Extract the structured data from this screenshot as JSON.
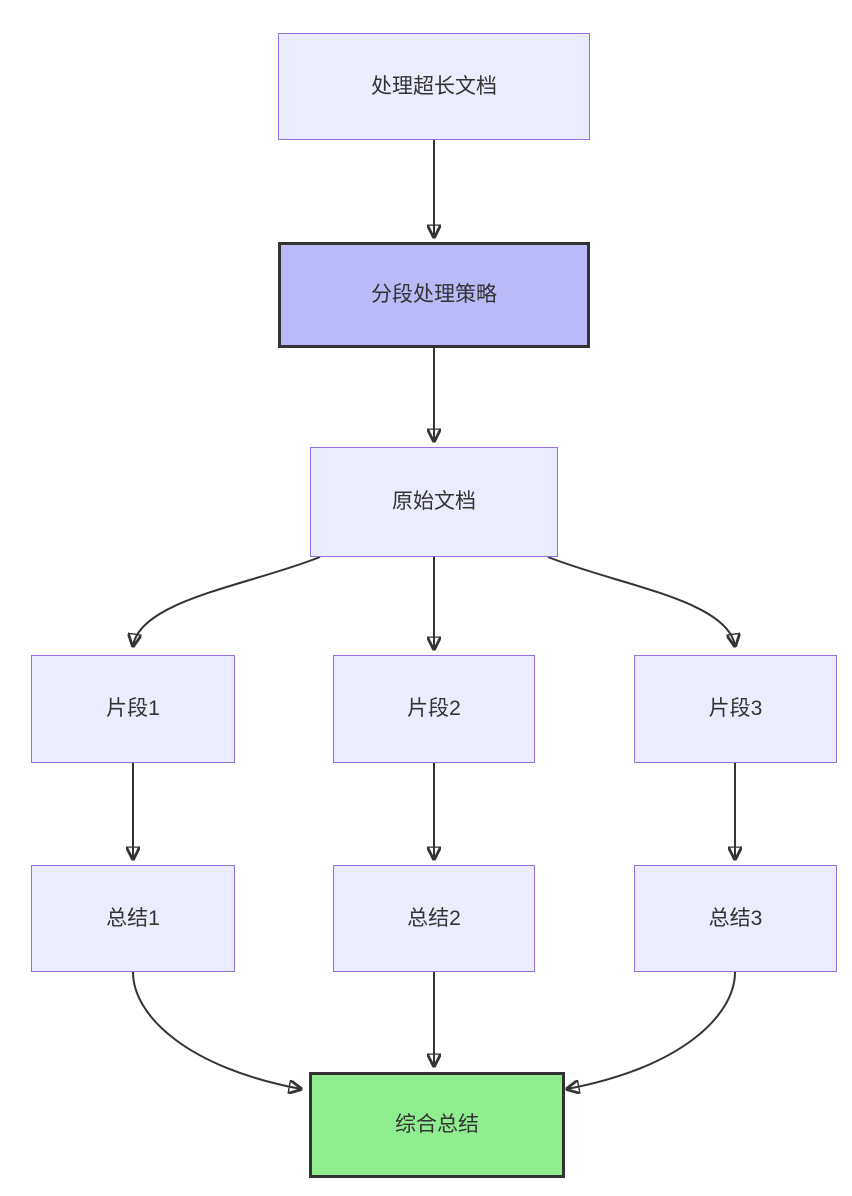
{
  "diagram": {
    "type": "flowchart-top-down",
    "nodes": [
      {
        "id": "A",
        "label": "处理超长文档",
        "style": "default"
      },
      {
        "id": "B",
        "label": "分段处理策略",
        "style": "highlight"
      },
      {
        "id": "C",
        "label": "原始文档",
        "style": "default"
      },
      {
        "id": "D1",
        "label": "片段1",
        "style": "default"
      },
      {
        "id": "D2",
        "label": "片段2",
        "style": "default"
      },
      {
        "id": "D3",
        "label": "片段3",
        "style": "default"
      },
      {
        "id": "E1",
        "label": "总结1",
        "style": "default"
      },
      {
        "id": "E2",
        "label": "总结2",
        "style": "default"
      },
      {
        "id": "E3",
        "label": "总结3",
        "style": "default"
      },
      {
        "id": "F",
        "label": "综合总结",
        "style": "result"
      }
    ],
    "edges": [
      {
        "from": "A",
        "to": "B"
      },
      {
        "from": "B",
        "to": "C"
      },
      {
        "from": "C",
        "to": "D1"
      },
      {
        "from": "C",
        "to": "D2"
      },
      {
        "from": "C",
        "to": "D3"
      },
      {
        "from": "D1",
        "to": "E1"
      },
      {
        "from": "D2",
        "to": "E2"
      },
      {
        "from": "D3",
        "to": "E3"
      },
      {
        "from": "E1",
        "to": "F"
      },
      {
        "from": "E2",
        "to": "F"
      },
      {
        "from": "E3",
        "to": "F"
      }
    ],
    "colors": {
      "node_fill": "#ECECFF",
      "node_border": "#9370DB",
      "highlight_fill": "#babaf8",
      "highlight_border": "#333333",
      "result_fill": "#90EE90",
      "result_border": "#333333",
      "edge": "#333333",
      "text": "#333333",
      "background": "#ffffff"
    }
  }
}
